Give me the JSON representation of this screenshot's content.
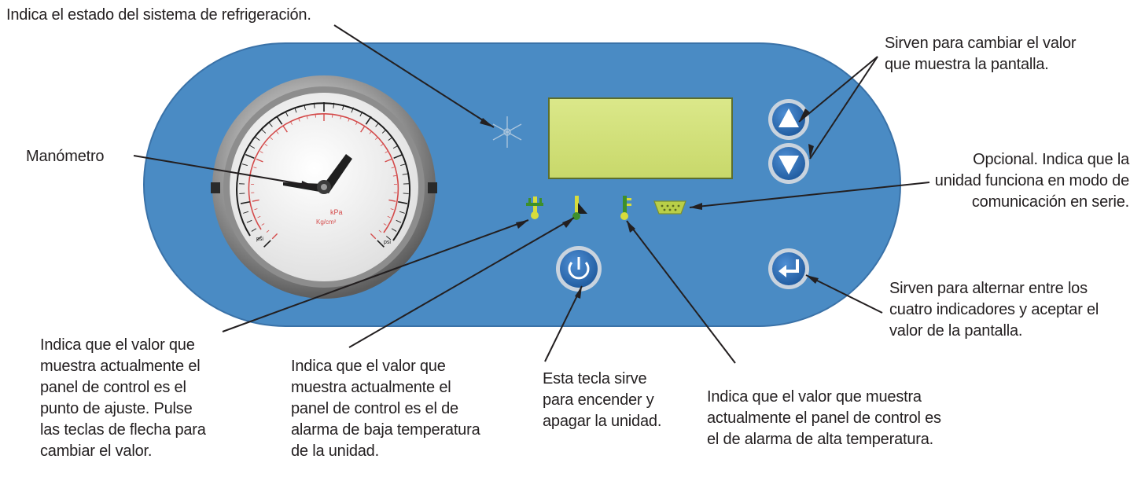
{
  "callouts": {
    "refrigeration": "Indica el estado del sistema de refrigeración.",
    "arrows_change": "Sirven para cambiar el valor\nque muestra la pantalla.",
    "manometer": "Manómetro",
    "serial": "Opcional. Indica que la\nunidad funciona en modo de\ncomunicación en serie.",
    "enter_key": "Sirven para alternar entre los\ncuatro indicadores y aceptar el\nvalor de la pantalla.",
    "setpoint": " Indica que el valor que\nmuestra actualmente el\npanel de control es el\npunto de ajuste. Pulse\nlas teclas de flecha para\ncambiar el valor.",
    "low_alarm": "Indica que el valor que\nmuestra actualmente el\npanel de control es el de\nalarma de baja temperatura\nde la unidad.",
    "power_key": "Esta tecla sirve\npara encender y\napagar la unidad.",
    "high_alarm": "Indica que el valor que muestra\nactualmente el panel de control es\nel de alarma de alta temperatura."
  },
  "gauge": {
    "unit_kpa": "kPa",
    "unit_kgcm": "Kg/cm²",
    "unit_psi": "psi"
  },
  "colors": {
    "panel": "#4a8bc4",
    "panel_edge": "#3a72a8",
    "display": "#d4e27a",
    "button_ring": "#c9d3de",
    "button_face": "#2e6fb8",
    "indicator_yellow": "#d8dc3c",
    "indicator_green": "#3d8f2b"
  }
}
